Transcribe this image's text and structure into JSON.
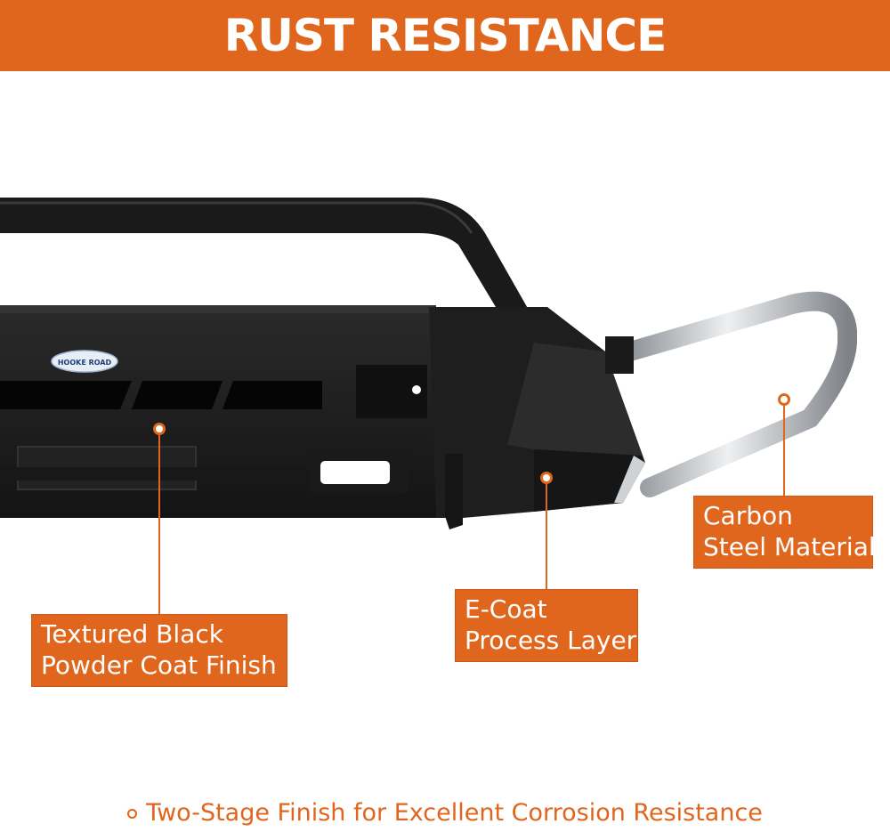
{
  "banner": {
    "title": "RUST RESISTANCE"
  },
  "product": {
    "logo_text": "HOOKE ROAD"
  },
  "callouts": {
    "powder_coat": {
      "line1": "Textured Black",
      "line2": "Powder Coat Finish"
    },
    "ecoat": {
      "line1": "E-Coat",
      "line2": "Process Layer"
    },
    "carbon_steel": {
      "line1": "Carbon",
      "line2": "Steel Material"
    }
  },
  "footer": {
    "text": "Two-Stage Finish for Excellent Corrosion Resistance"
  },
  "colors": {
    "accent": "#e1661d",
    "bumper": "#1c1c1c",
    "steel": "#b9bcbf"
  }
}
